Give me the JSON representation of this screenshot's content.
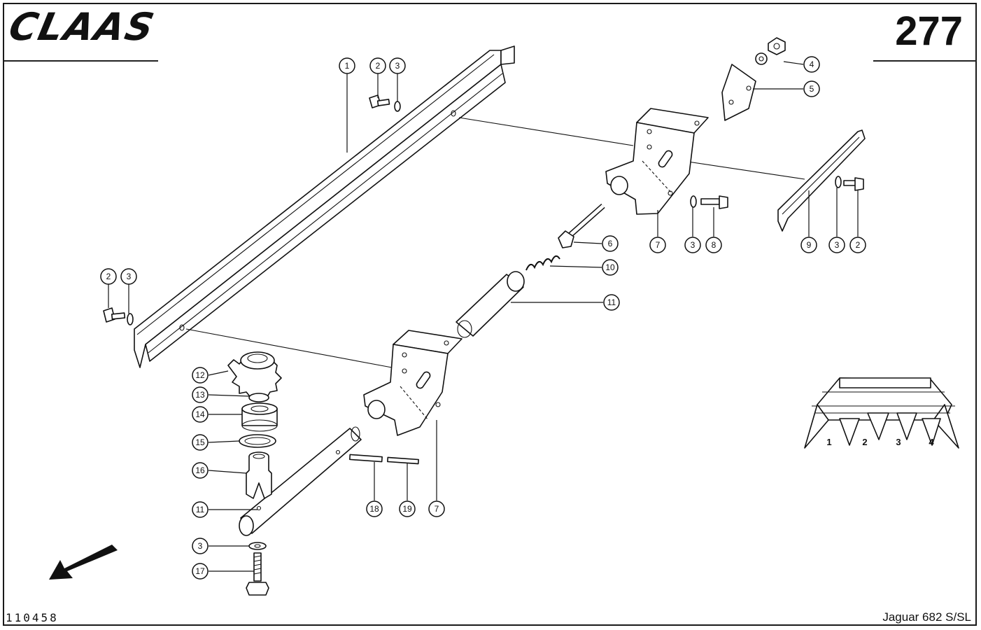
{
  "header": {
    "brand": "CLAAS",
    "page_number": "277"
  },
  "footer": {
    "drawing_id": "110458",
    "model": "Jaguar 682 S/SL"
  },
  "callouts": [
    {
      "label": "1"
    },
    {
      "label": "2"
    },
    {
      "label": "3"
    },
    {
      "label": "4"
    },
    {
      "label": "5"
    },
    {
      "label": "2"
    },
    {
      "label": "3"
    },
    {
      "label": "7"
    },
    {
      "label": "3"
    },
    {
      "label": "8"
    },
    {
      "label": "9"
    },
    {
      "label": "3"
    },
    {
      "label": "2"
    },
    {
      "label": "6"
    },
    {
      "label": "10"
    },
    {
      "label": "11"
    },
    {
      "label": "12"
    },
    {
      "label": "13"
    },
    {
      "label": "14"
    },
    {
      "label": "15"
    },
    {
      "label": "16"
    },
    {
      "label": "11"
    },
    {
      "label": "3"
    },
    {
      "label": "17"
    },
    {
      "label": "18"
    },
    {
      "label": "19"
    },
    {
      "label": "7"
    }
  ],
  "overview": {
    "row_labels": [
      "1",
      "2",
      "3",
      "4"
    ]
  },
  "icons": {
    "direction_arrow": "travel-direction-arrow-icon"
  }
}
